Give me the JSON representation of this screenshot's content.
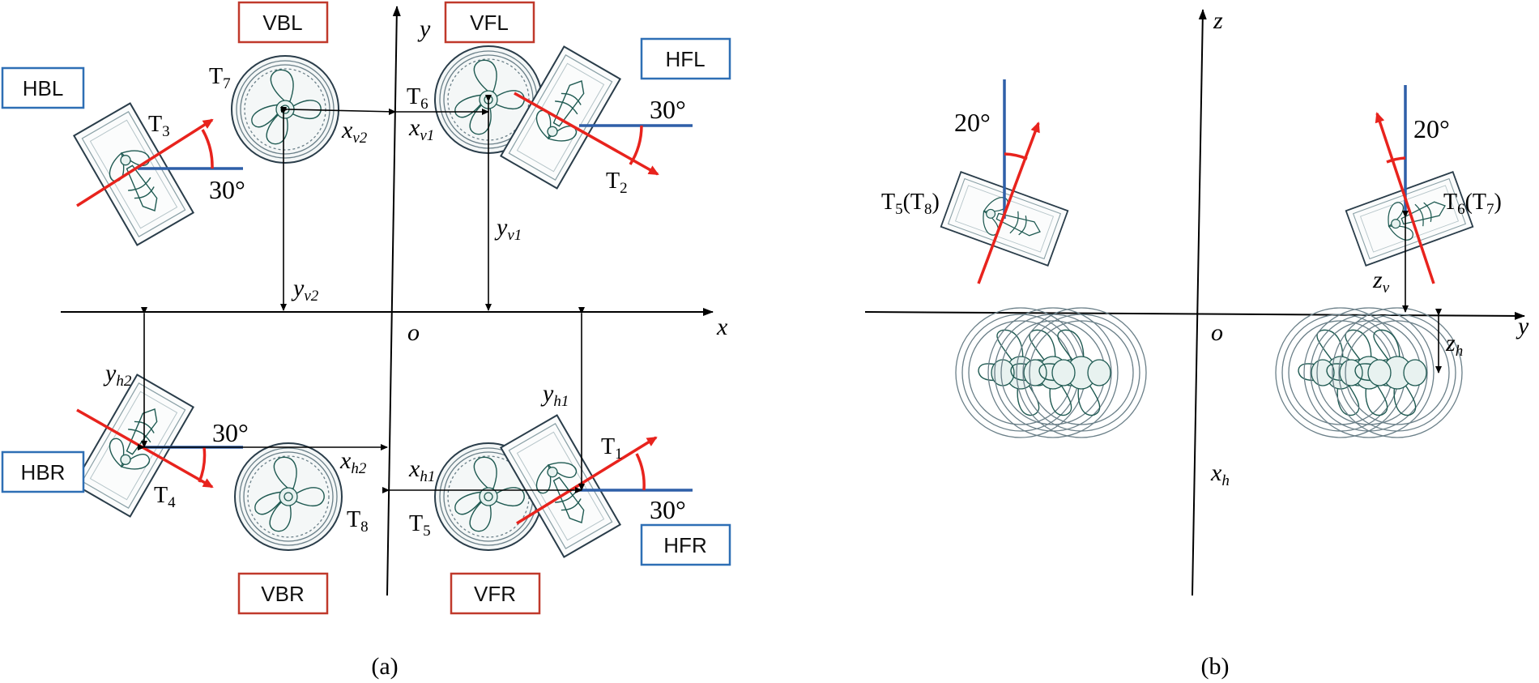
{
  "colors": {
    "thrust": "#e8231d",
    "reference": "#2e5fa8",
    "vertical_box": "#c0392b",
    "horizontal_box": "#2e6fb5"
  },
  "panel_a": {
    "caption": "(a)",
    "axes": {
      "x": "x",
      "y": "y",
      "origin": "o"
    },
    "boxes": {
      "vbl": "VBL",
      "vfl": "VFL",
      "hfl": "HFL",
      "hbl": "HBL",
      "hbr": "HBR",
      "vbr": "VBR",
      "vfr": "VFR",
      "hfr": "HFR"
    },
    "thrusters": [
      {
        "main": "T",
        "sub": "1"
      },
      {
        "main": "T",
        "sub": "2"
      },
      {
        "main": "T",
        "sub": "3"
      },
      {
        "main": "T",
        "sub": "4"
      },
      {
        "main": "T",
        "sub": "5"
      },
      {
        "main": "T",
        "sub": "6"
      },
      {
        "main": "T",
        "sub": "7"
      },
      {
        "main": "T",
        "sub": "8"
      }
    ],
    "dims": {
      "xv2": {
        "main": "x",
        "sub": "v2"
      },
      "xv1": {
        "main": "x",
        "sub": "v1"
      },
      "yv1": {
        "main": "y",
        "sub": "v1"
      },
      "yv2": {
        "main": "y",
        "sub": "v2"
      },
      "yh2": {
        "main": "y",
        "sub": "h2"
      },
      "yh1": {
        "main": "y",
        "sub": "h1"
      },
      "xh2": {
        "main": "x",
        "sub": "h2"
      },
      "xh1": {
        "main": "x",
        "sub": "h1"
      }
    },
    "angles": {
      "tl": "30°",
      "tr": "30°",
      "bl": "30°",
      "br": "30°"
    }
  },
  "panel_b": {
    "caption": "(b)",
    "axes": {
      "z": "z",
      "y": "y",
      "origin": "o"
    },
    "angles": {
      "left": "20°",
      "right": "20°"
    },
    "labels": {
      "left": {
        "a": "T",
        "as": "5",
        "b": "(T",
        "bs": "8",
        "c": ")"
      },
      "right": {
        "a": "T",
        "as": "6",
        "b": "(T",
        "bs": "7",
        "c": ")"
      },
      "zv": {
        "main": "z",
        "sub": "v"
      },
      "zh": {
        "main": "z",
        "sub": "h"
      },
      "xh": {
        "main": "x",
        "sub": "h"
      }
    }
  }
}
